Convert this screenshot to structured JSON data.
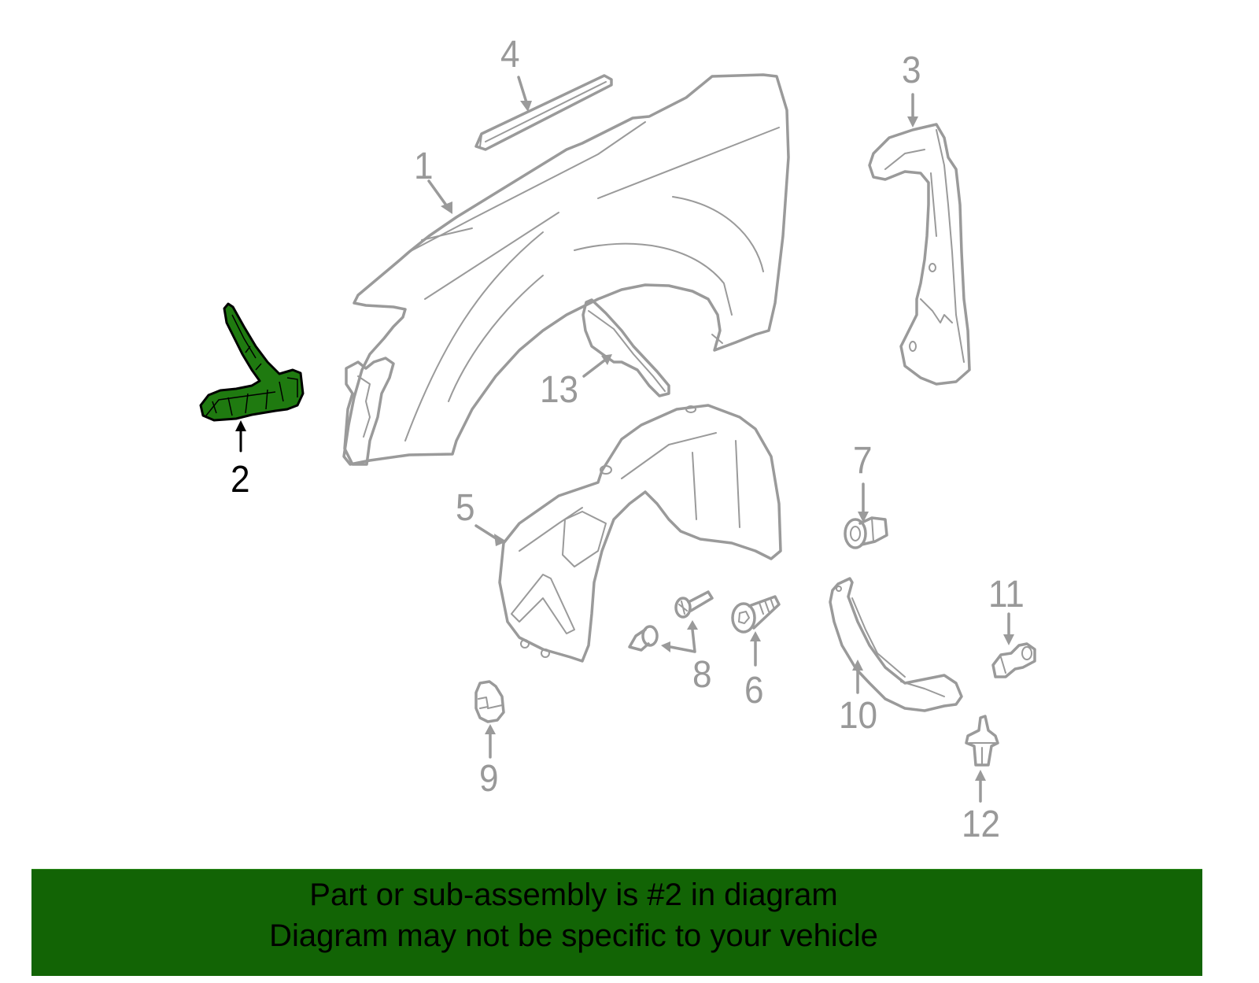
{
  "diagram": {
    "subject": "front fender assembly exploded parts diagram",
    "highlight_color": "#1f7a10",
    "line_color": "#9a9a9a",
    "highlighted_part": "2",
    "callouts": [
      {
        "id": "1",
        "label": "1"
      },
      {
        "id": "2",
        "label": "2"
      },
      {
        "id": "3",
        "label": "3"
      },
      {
        "id": "4",
        "label": "4"
      },
      {
        "id": "5",
        "label": "5"
      },
      {
        "id": "6",
        "label": "6"
      },
      {
        "id": "7",
        "label": "7"
      },
      {
        "id": "8",
        "label": "8"
      },
      {
        "id": "9",
        "label": "9"
      },
      {
        "id": "10",
        "label": "10"
      },
      {
        "id": "11",
        "label": "11"
      },
      {
        "id": "12",
        "label": "12"
      },
      {
        "id": "13",
        "label": "13"
      }
    ]
  },
  "banner": {
    "background": "#126405",
    "line1": "Part or sub-assembly is #2 in diagram",
    "line2": "Diagram may not be specific to your vehicle"
  }
}
